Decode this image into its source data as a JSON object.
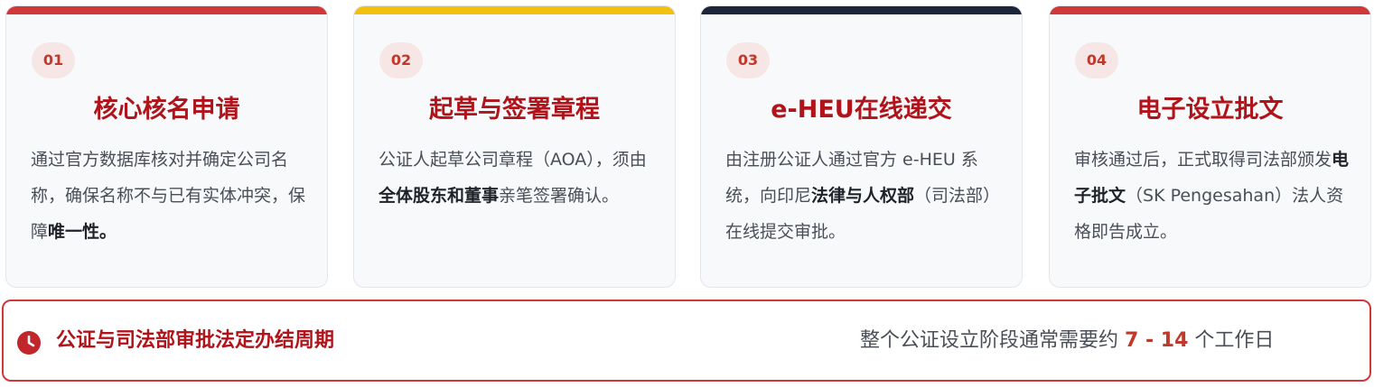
{
  "accent_colors": {
    "red": "#d0383a",
    "yellow": "#f2c10f",
    "navy": "#1d2638",
    "title_red": "#b01319"
  },
  "cards": [
    {
      "number": "01",
      "title": "核心核名申请",
      "bar_color": "#d0383a",
      "desc": [
        {
          "text": "通过官方数据库核对并确定公司名称，确保名称不与已有实体冲突，保障",
          "bold": false
        },
        {
          "text": "唯一性。",
          "bold": true
        }
      ]
    },
    {
      "number": "02",
      "title": "起草与签署章程",
      "bar_color": "#f2c10f",
      "desc": [
        {
          "text": "公证人起草公司章程（AOA），须由",
          "bold": false
        },
        {
          "text": "全体股东和董事",
          "bold": true
        },
        {
          "text": "亲笔签署确认。",
          "bold": false
        }
      ]
    },
    {
      "number": "03",
      "title": "e-HEU在线递交",
      "bar_color": "#1d2638",
      "desc": [
        {
          "text": "由注册公证人通过官方 e-HEU 系统，向印尼",
          "bold": false
        },
        {
          "text": "法律与人权部",
          "bold": true
        },
        {
          "text": "（司法部）在线提交审批。",
          "bold": false
        }
      ]
    },
    {
      "number": "04",
      "title": "电子设立批文",
      "bar_color": "#d0383a",
      "desc": [
        {
          "text": "审核通过后，正式取得司法部颁发",
          "bold": false
        },
        {
          "text": "电子批文",
          "bold": true
        },
        {
          "text": "（SK Pengesahan）法人资格即告成立。",
          "bold": false
        }
      ]
    }
  ],
  "footer": {
    "icon": "clock-icon",
    "title": "公证与司法部审批法定办结周期",
    "prefix": "整个公证设立阶段通常需要约",
    "highlight": "7 - 14",
    "suffix": "个工作日"
  }
}
